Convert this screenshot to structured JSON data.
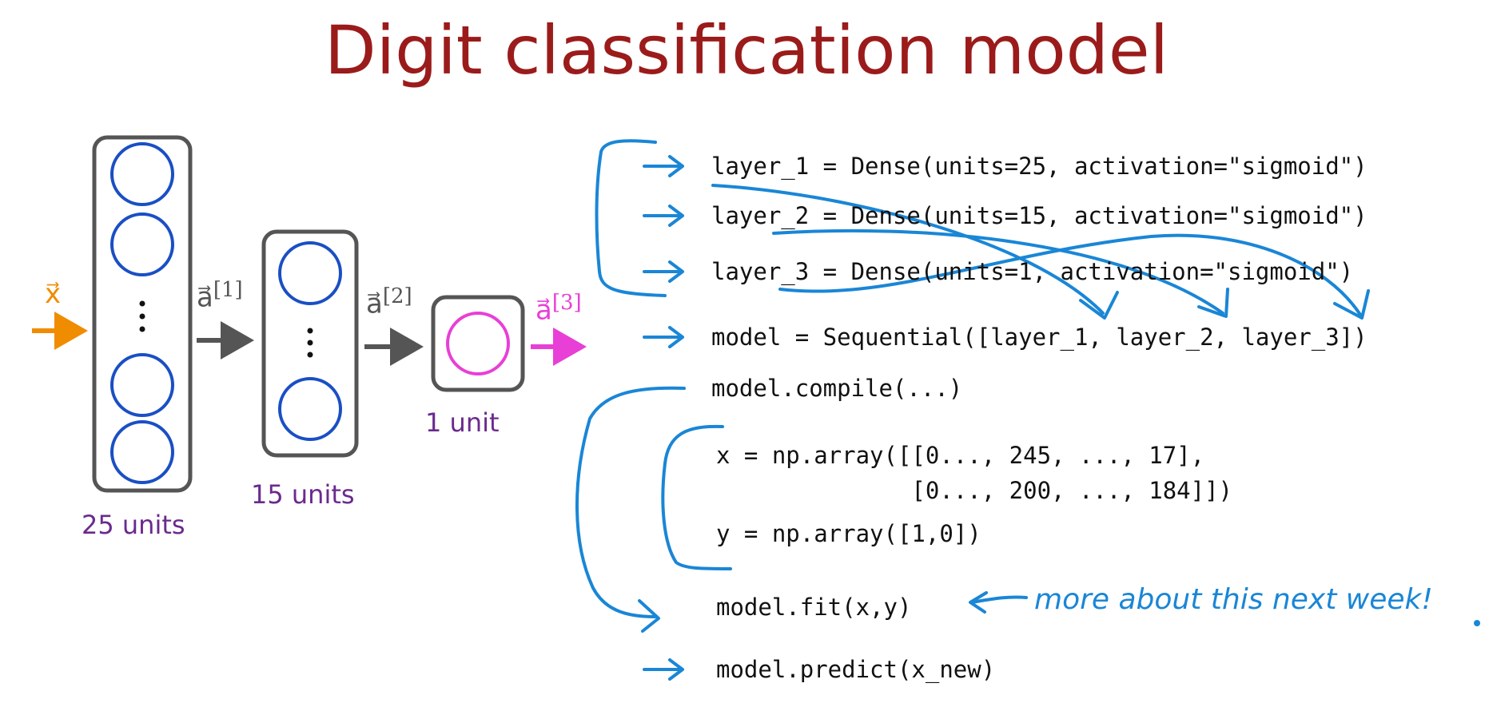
{
  "title": "Digit classification model",
  "network": {
    "input_label": "x",
    "activations": [
      "a",
      "a",
      "a"
    ],
    "activation_superscripts": [
      "[1]",
      "[2]",
      "[3]"
    ],
    "layer_labels": [
      "25 units",
      "15 units",
      "1 unit"
    ],
    "colors": {
      "input": "#f08c00",
      "neuron": "#1a4fc4",
      "output_neuron": "#e83fd6",
      "box": "#555555",
      "arrow": "#555555",
      "output_arrow": "#e83fd6",
      "layer_label": "#6b2a8e"
    }
  },
  "code": {
    "lines": [
      "layer_1 = Dense(units=25, activation=\"sigmoid\")",
      "layer_2 = Dense(units=15, activation=\"sigmoid\")",
      "layer_3 = Dense(units=1, activation=\"sigmoid\")",
      "model = Sequential([layer_1, layer_2, layer_3])",
      "model.compile(...)",
      "x = np.array([[0..., 245, ..., 17],",
      "              [0..., 200, ..., 184]])",
      "y = np.array([1,0])",
      "model.fit(x,y)",
      "model.predict(x_new)"
    ]
  },
  "annotation": {
    "note": "more about this next week!",
    "ink_color": "#1a86d6"
  }
}
